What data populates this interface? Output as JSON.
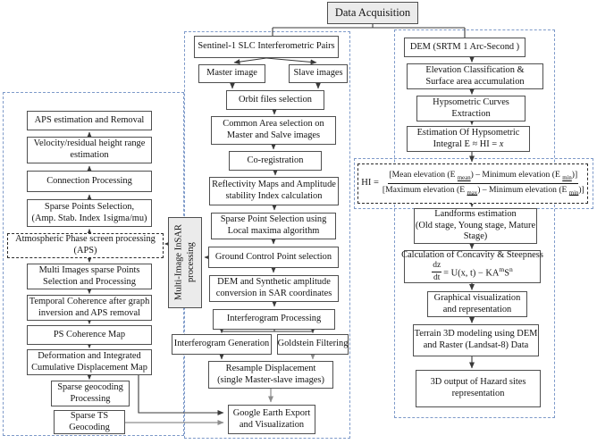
{
  "colors": {
    "container_dash_border": "#7e9ac9",
    "box_border": "#4f4f4f",
    "shaded_box_fill": "#ebebeb",
    "arrow_dark": "#3a3a3a",
    "arrow_gray": "#8d8d8d"
  },
  "top": {
    "data_acquisition": "Data Acquisition"
  },
  "left": {
    "aps_estimation": "APS estimation and Removal",
    "velocity": [
      "Velocity/residual height range",
      "estimation"
    ],
    "connection": "Connection Processing",
    "sparse_points": [
      "Sparse Points Selection,",
      "(Amp. Stab. Index 1sigma/mu)"
    ],
    "aps_processing": [
      "Atmospheric Phase screen processing",
      "(APS)"
    ],
    "multi_images": [
      "Multi Images sparse Points",
      "Selection and Processing"
    ],
    "temporal": [
      "Temporal Coherence after graph",
      "inversion and APS removal"
    ],
    "ps_coherence": "PS Coherence Map",
    "deformation": [
      "Deformation and Integrated",
      "Cumulative Displacement Map"
    ],
    "sparse_geocoding": [
      "Sparse geocoding",
      "Processing"
    ],
    "sparse_ts": [
      "Sparse TS",
      "Geocoding"
    ]
  },
  "middle": {
    "vertical_label": "Multi-Image InSAR processing",
    "sentinel": "Sentinel-1 SLC Interferometric Pairs",
    "master": "Master image",
    "slave": "Slave images",
    "orbit": "Orbit files selection",
    "common_area": [
      "Common Area selection on",
      "Master and Salve images"
    ],
    "coregistration": "Co-registration",
    "reflectivity": [
      "Reflectivity Maps and Amplitude",
      "stability Index calculation"
    ],
    "sparse_point_selection": [
      "Sparse Point Selection using",
      "Local maxima algorithm"
    ],
    "gcp": "Ground Control Point selection",
    "dem_synthetic": [
      "DEM and Synthetic amplitude",
      "conversion in SAR coordinates"
    ],
    "interferogram_processing": "Interferogram Processing",
    "interferogram_generation": "Interferogram Generation",
    "goldstein": "Goldstein Filtering",
    "resample": [
      "Resample Displacement",
      "(single Master-slave images)"
    ],
    "google_earth": [
      "Google Earth Export",
      "and Visualization"
    ]
  },
  "right": {
    "dem": "DEM (SRTM 1 Arc-Second )",
    "elevation": [
      "Elevation Classification &",
      "Surface area accumulation"
    ],
    "hypsometric": [
      "Hypsometric Curves",
      "Extraction"
    ],
    "estimation_line1": "Estimation Of Hypsometric",
    "estimation_line2": [
      "Integral E ≈ HI = ",
      "x"
    ],
    "hi_formula": {
      "prefix": "HI =",
      "num": [
        "[Mean elevation (E ",
        "mean",
        ") – Minimum elevation (E ",
        "min",
        ")]"
      ],
      "den": [
        "[Maximum elevation (E ",
        "max",
        ") – Minimum elevation (E ",
        "min",
        ")]"
      ]
    },
    "landforms": [
      "Landforms estimation",
      "(Old stage, Young stage, Mature",
      "Stage)"
    ],
    "concavity_title": "Calculation of Concavity & Steepness",
    "concavity_formula": {
      "num": "dz",
      "den": "dt",
      "mid": " = U(x, t) − KA",
      "sup1": "m",
      "base2": "S",
      "sup2": "n"
    },
    "graphical": [
      "Graphical visualization",
      "and representation"
    ],
    "terrain": [
      "Terrain 3D modeling using DEM",
      "and Raster (Landsat-8) Data"
    ],
    "output_3d": [
      "3D output of Hazard sites",
      "representation"
    ]
  }
}
